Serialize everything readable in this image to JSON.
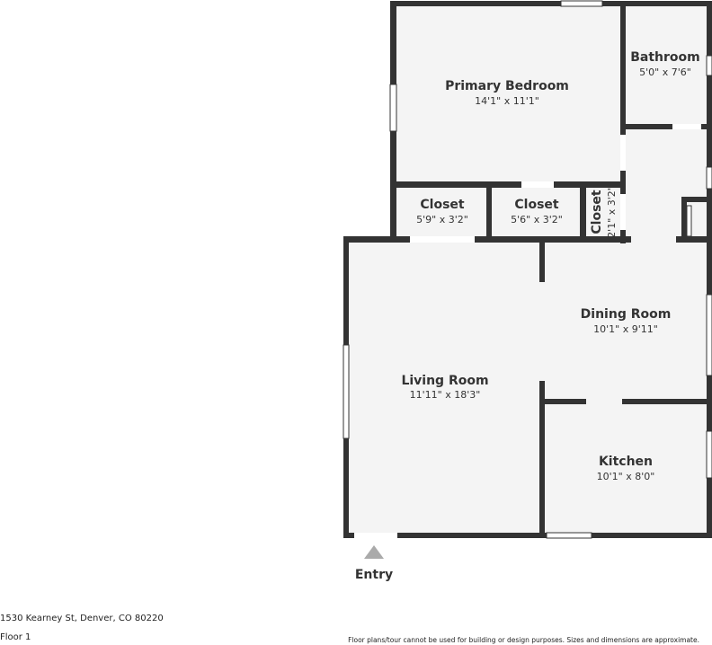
{
  "rooms": [
    {
      "id": "primary-bedroom",
      "name": "Primary Bedroom",
      "dims": "14'1\" x 11'1\""
    },
    {
      "id": "bathroom",
      "name": "Bathroom",
      "dims": "5'0\" x 7'6\""
    },
    {
      "id": "closet-1",
      "name": "Closet",
      "dims": "5'9\" x 3'2\""
    },
    {
      "id": "closet-2",
      "name": "Closet",
      "dims": "5'6\" x 3'2\""
    },
    {
      "id": "closet-3",
      "name": "Closet",
      "dims": "2'1\" x 3'2\""
    },
    {
      "id": "dining-room",
      "name": "Dining Room",
      "dims": "10'1\" x 9'11\""
    },
    {
      "id": "living-room",
      "name": "Living Room",
      "dims": "11'11\" x 18'3\""
    },
    {
      "id": "kitchen",
      "name": "Kitchen",
      "dims": "10'1\" x 8'0\""
    }
  ],
  "entry": {
    "label": "Entry"
  },
  "footer": {
    "address": "1530 Kearney St, Denver, CO 80220",
    "floor": "Floor 1",
    "disclaimer": "Floor plans/tour cannot be used for building or design purposes. Sizes and dimensions are approximate."
  },
  "colors": {
    "wall": "#333333",
    "floor": "#f4f4f4",
    "window": "#ffffff",
    "entry_marker": "#aaaaaa"
  }
}
